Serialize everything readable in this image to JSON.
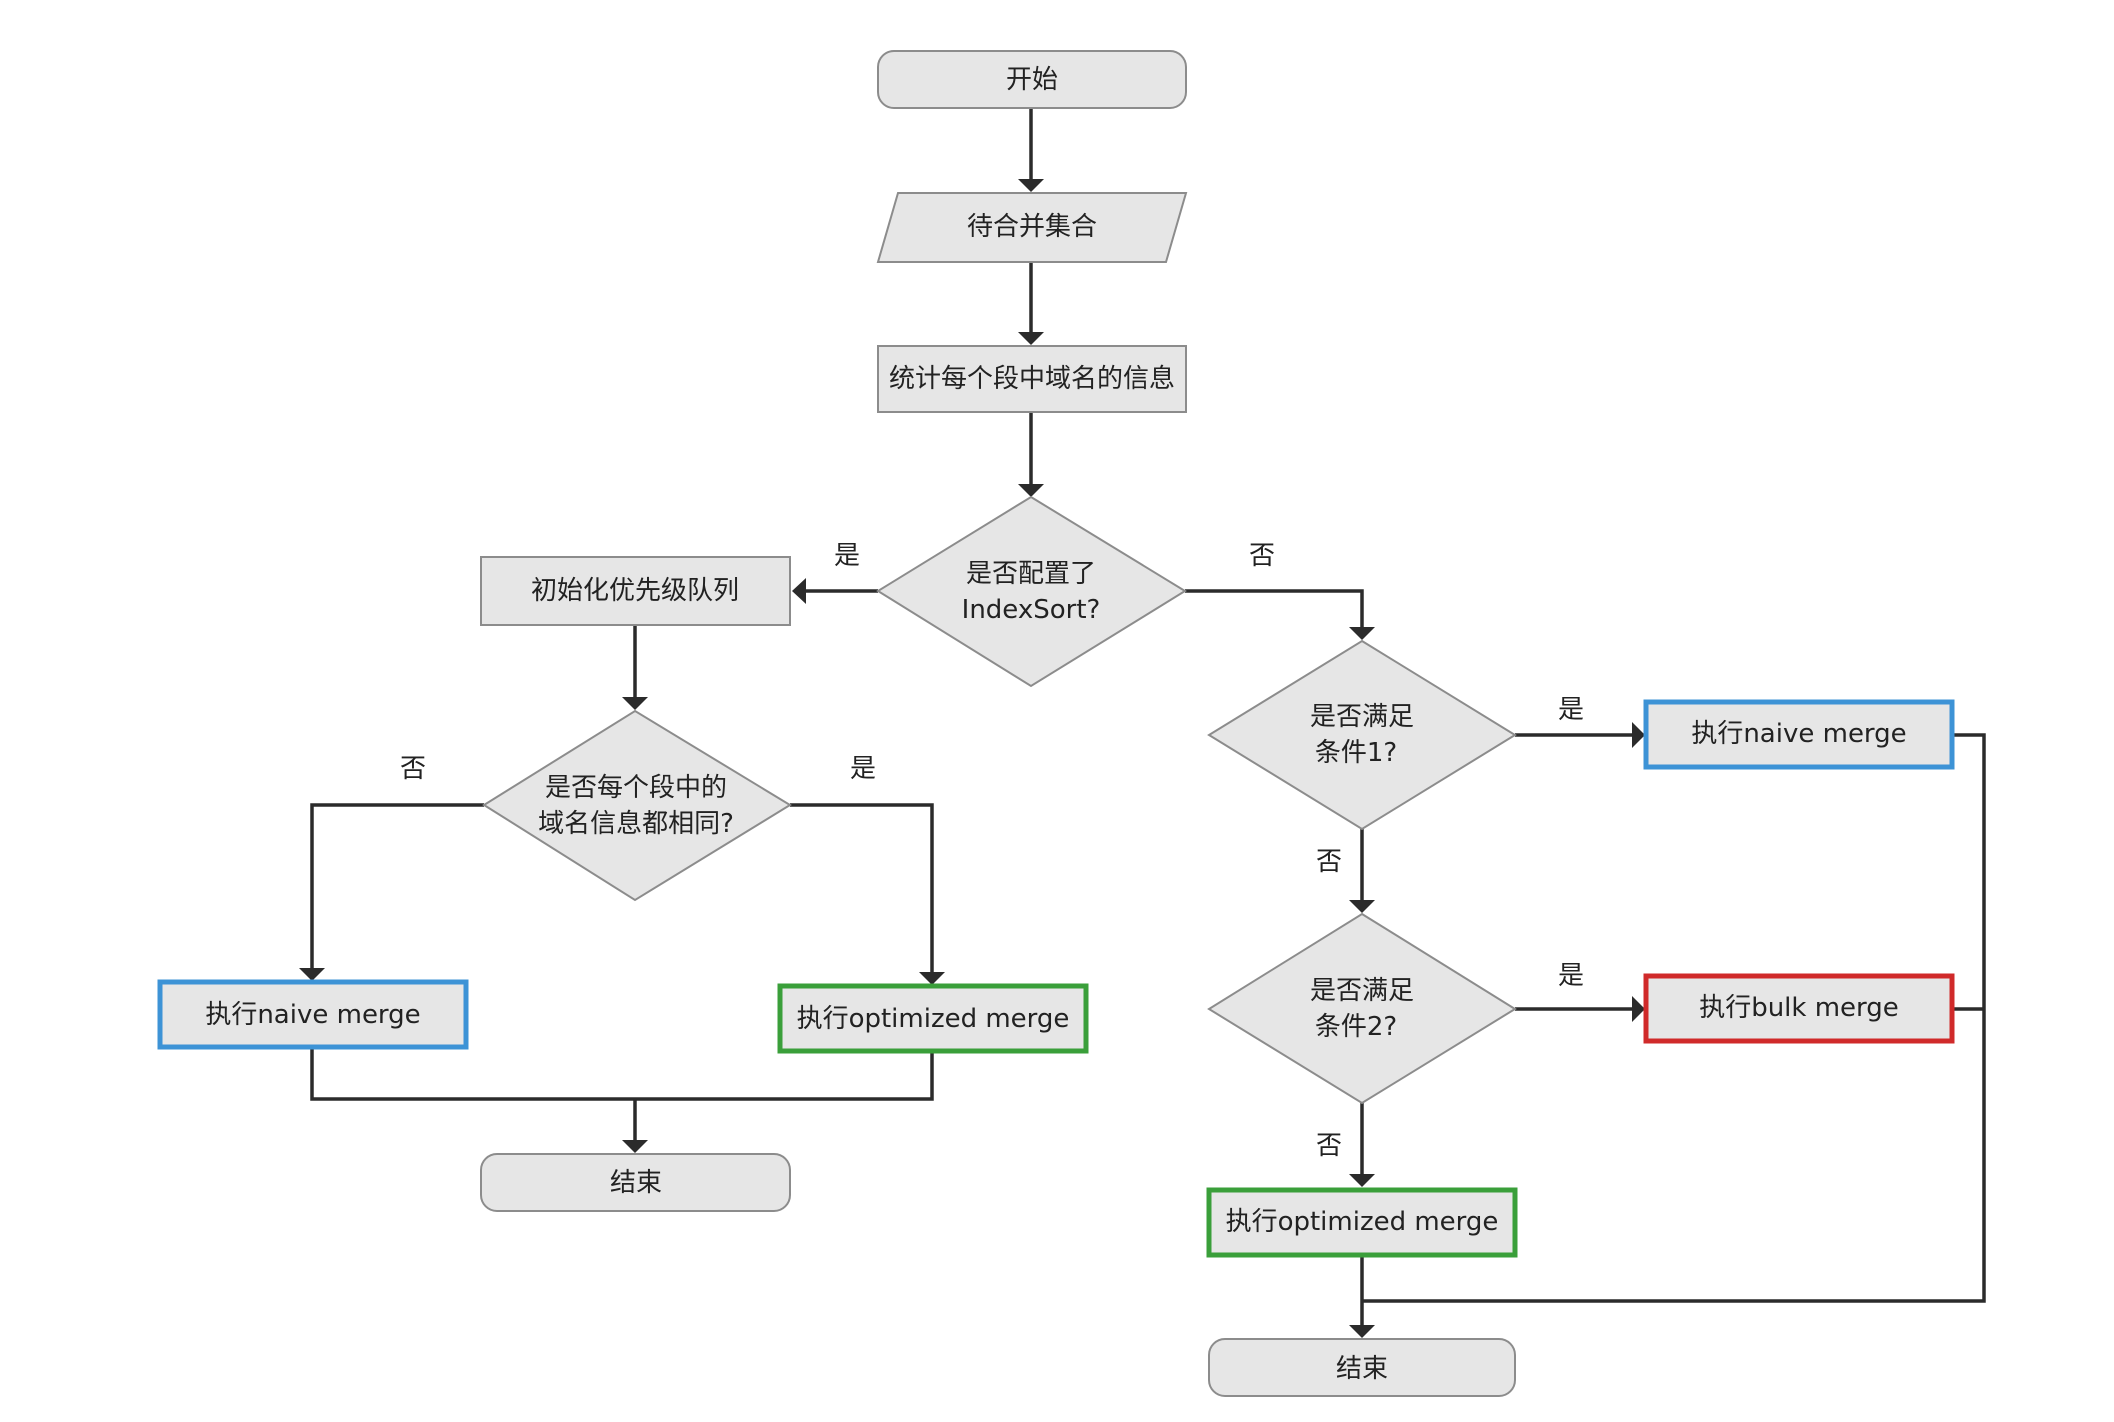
{
  "nodes": {
    "start": "开始",
    "input_set": "待合并集合",
    "stat_fields": "统计每个段中域名的信息",
    "has_index_sort": [
      "是否配置了",
      "IndexSort?"
    ],
    "init_queue": "初始化优先级队列",
    "same_field_info": [
      "是否每个段中的",
      "域名信息都相同?"
    ],
    "left_naive": "执行naive merge",
    "left_optimized": "执行optimized merge",
    "left_end": "结束",
    "cond1": [
      "是否满足",
      "条件1?"
    ],
    "right_naive": "执行naive merge",
    "cond2": [
      "是否满足",
      "条件2?"
    ],
    "bulk": "执行bulk merge",
    "right_optimized": "执行optimized merge",
    "right_end": "结束"
  },
  "edge_labels": {
    "index_sort_yes": "是",
    "index_sort_no": "否",
    "same_no": "否",
    "same_yes": "是",
    "cond1_yes": "是",
    "cond1_no": "否",
    "cond2_yes": "是",
    "cond2_no": "否"
  },
  "colors": {
    "naive_border": "#3d93d6",
    "optimized_border": "#3a9f3a",
    "bulk_border": "#d02a2a",
    "shape_fill": "#e6e6e6",
    "shape_border": "#8c8c8c",
    "edge": "#2b2b2b"
  }
}
